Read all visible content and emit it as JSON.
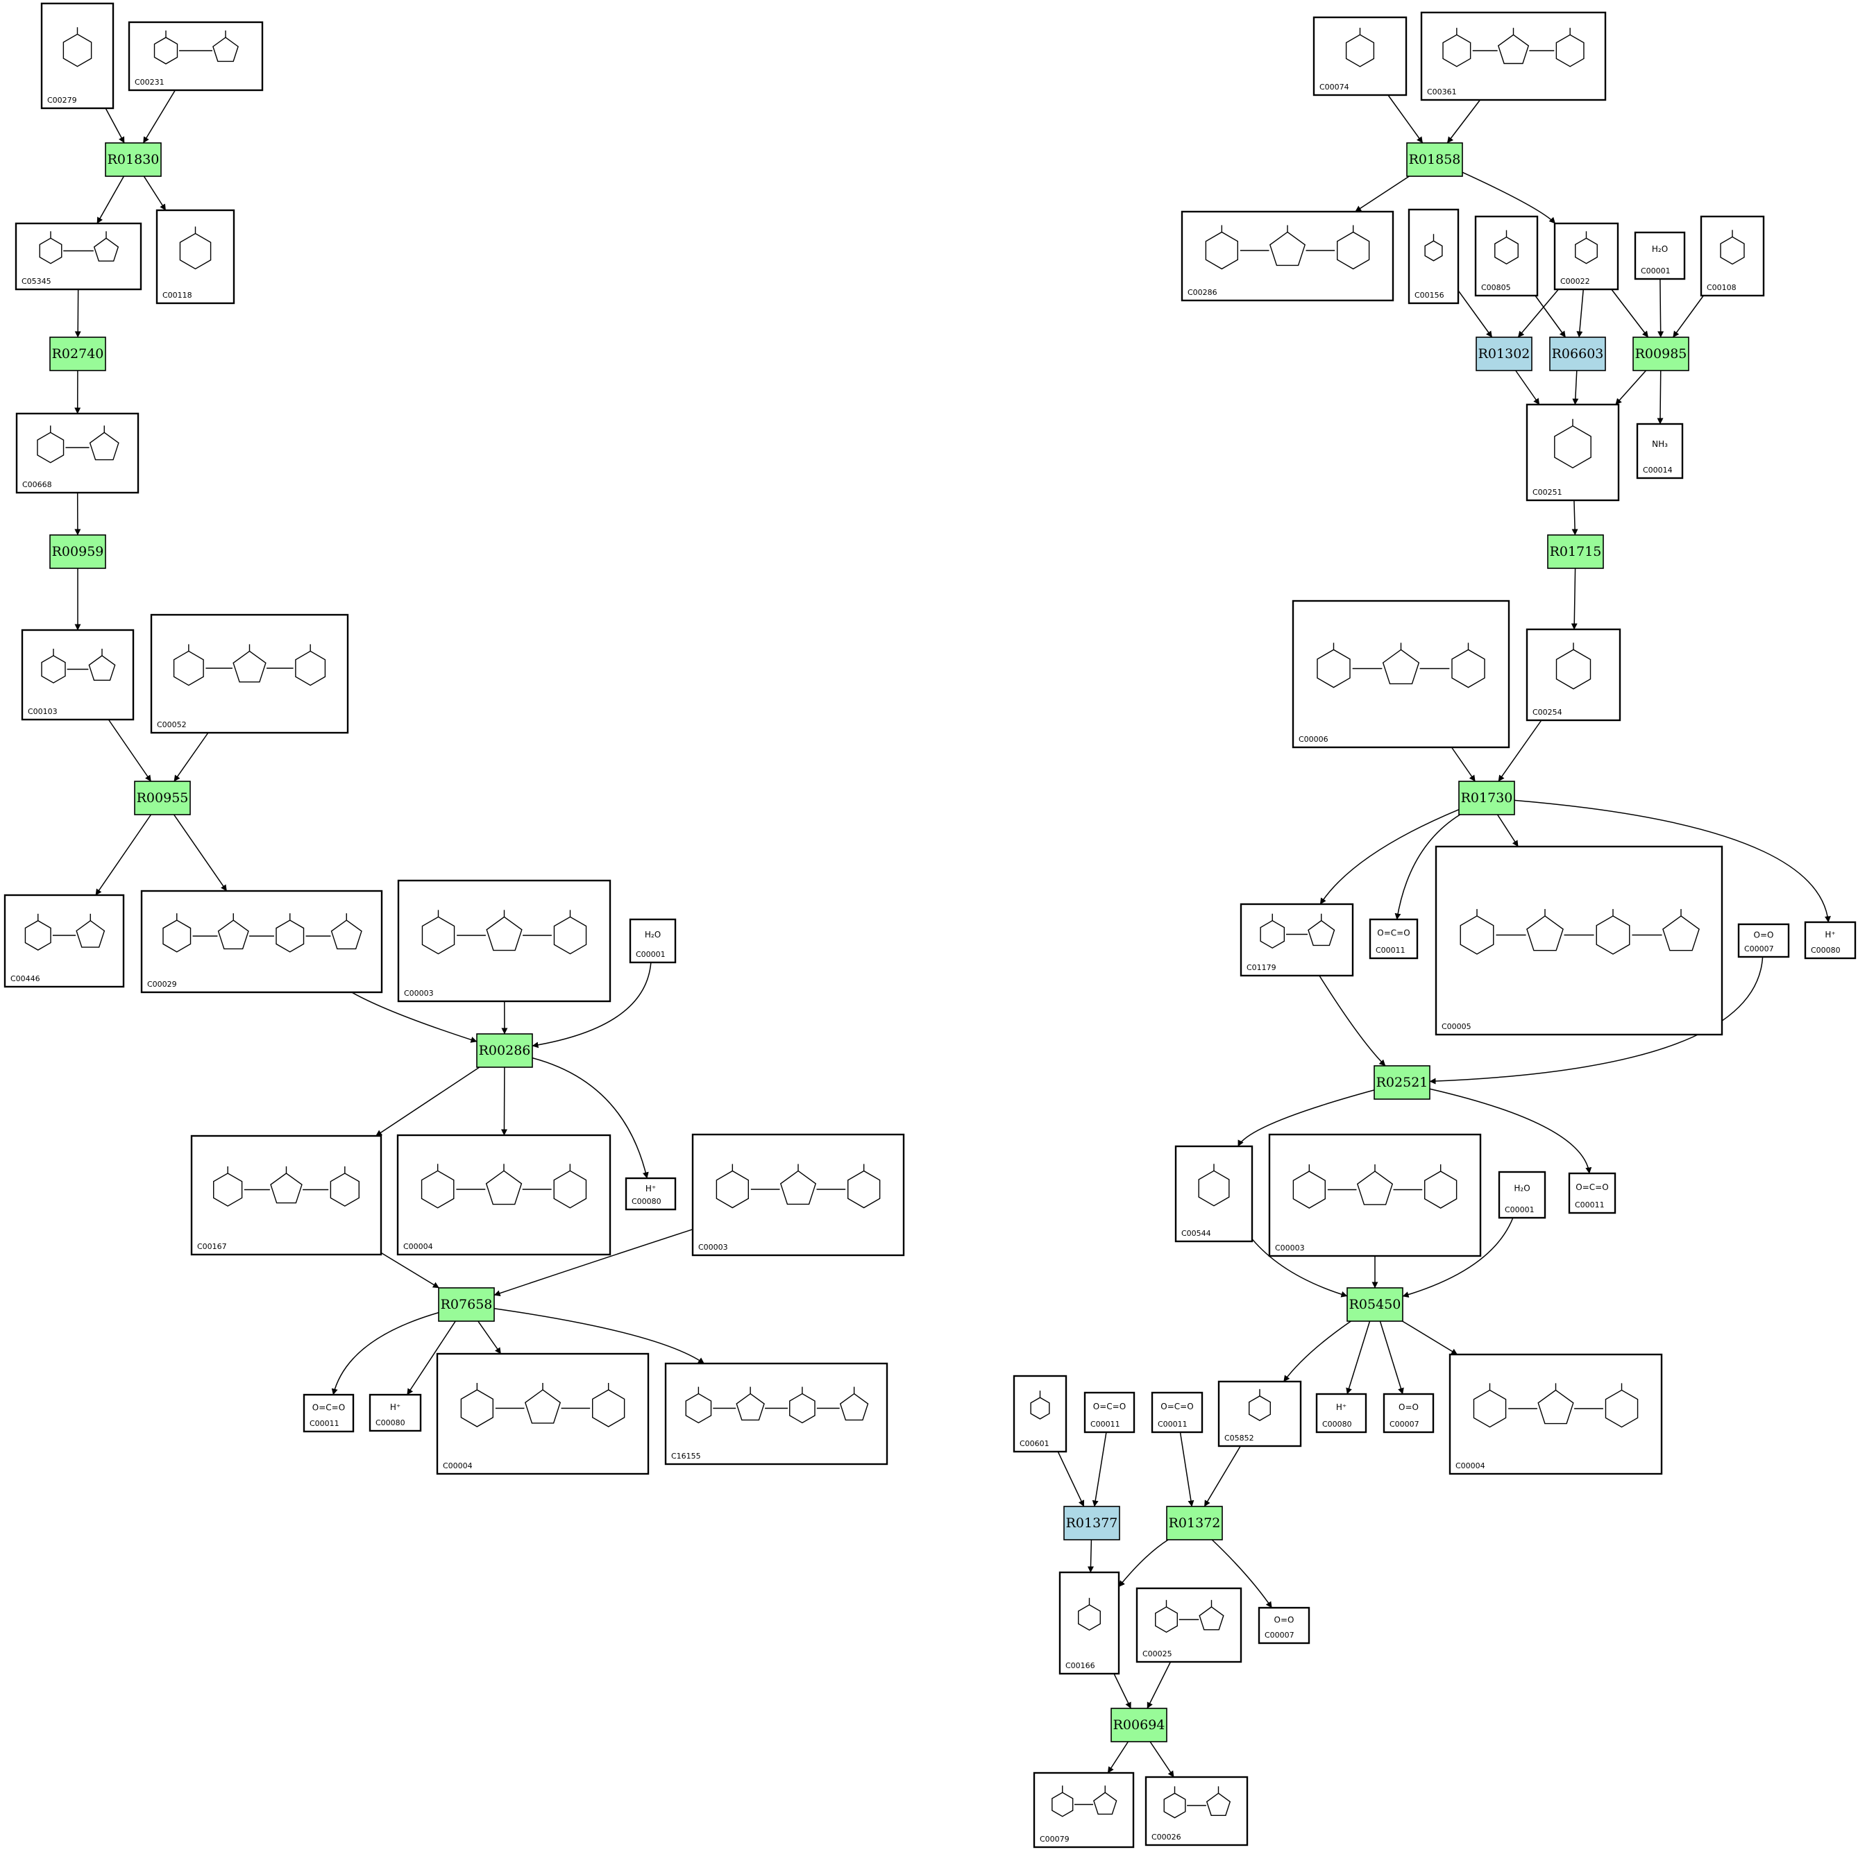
{
  "colors": {
    "reaction_green": "#98fb98",
    "reaction_blue": "#add8e6",
    "border": "#000000",
    "background": "#ffffff"
  },
  "reactions": [
    {
      "id": "R01830",
      "color": "green"
    },
    {
      "id": "R02740",
      "color": "green"
    },
    {
      "id": "R00959",
      "color": "green"
    },
    {
      "id": "R00955",
      "color": "green"
    },
    {
      "id": "R00286",
      "color": "green"
    },
    {
      "id": "R07658",
      "color": "green"
    },
    {
      "id": "R01858",
      "color": "green"
    },
    {
      "id": "R01302",
      "color": "blue"
    },
    {
      "id": "R06603",
      "color": "blue"
    },
    {
      "id": "R00985",
      "color": "green"
    },
    {
      "id": "R01715",
      "color": "green"
    },
    {
      "id": "R01730",
      "color": "green"
    },
    {
      "id": "R02521",
      "color": "green"
    },
    {
      "id": "R05450",
      "color": "green"
    },
    {
      "id": "R01377",
      "color": "blue"
    },
    {
      "id": "R01372",
      "color": "green"
    },
    {
      "id": "R00694",
      "color": "green"
    }
  ],
  "compounds": [
    {
      "key": "C00279",
      "label": "C00279",
      "formula": ""
    },
    {
      "key": "C00231",
      "label": "C00231",
      "formula": ""
    },
    {
      "key": "C05345",
      "label": "C05345",
      "formula": ""
    },
    {
      "key": "C00118",
      "label": "C00118",
      "formula": ""
    },
    {
      "key": "C00668",
      "label": "C00668",
      "formula": ""
    },
    {
      "key": "C00103",
      "label": "C00103",
      "formula": ""
    },
    {
      "key": "C00052",
      "label": "C00052",
      "formula": ""
    },
    {
      "key": "C00446",
      "label": "C00446",
      "formula": ""
    },
    {
      "key": "C00029",
      "label": "C00029",
      "formula": ""
    },
    {
      "key": "C00003a",
      "label": "C00003",
      "formula": ""
    },
    {
      "key": "C00001a",
      "label": "C00001",
      "formula": "H₂O"
    },
    {
      "key": "C00167",
      "label": "C00167",
      "formula": ""
    },
    {
      "key": "C00004a",
      "label": "C00004",
      "formula": ""
    },
    {
      "key": "C00080a",
      "label": "C00080",
      "formula": "H⁺"
    },
    {
      "key": "C00003b",
      "label": "C00003",
      "formula": ""
    },
    {
      "key": "C00011a",
      "label": "C00011",
      "formula": "O=C=O"
    },
    {
      "key": "C00080b",
      "label": "C00080",
      "formula": "H⁺"
    },
    {
      "key": "C00004b",
      "label": "C00004",
      "formula": ""
    },
    {
      "key": "C16155",
      "label": "C16155",
      "formula": ""
    },
    {
      "key": "C00074",
      "label": "C00074",
      "formula": ""
    },
    {
      "key": "C00361",
      "label": "C00361",
      "formula": ""
    },
    {
      "key": "C00286",
      "label": "C00286",
      "formula": ""
    },
    {
      "key": "C00156",
      "label": "C00156",
      "formula": ""
    },
    {
      "key": "C00805",
      "label": "C00805",
      "formula": ""
    },
    {
      "key": "C00022",
      "label": "C00022",
      "formula": ""
    },
    {
      "key": "C00001b",
      "label": "C00001",
      "formula": "H₂O"
    },
    {
      "key": "C00108",
      "label": "C00108",
      "formula": ""
    },
    {
      "key": "C00251",
      "label": "C00251",
      "formula": ""
    },
    {
      "key": "C00014",
      "label": "C00014",
      "formula": "NH₃"
    },
    {
      "key": "C00006",
      "label": "C00006",
      "formula": ""
    },
    {
      "key": "C00254",
      "label": "C00254",
      "formula": ""
    },
    {
      "key": "C01179",
      "label": "C01179",
      "formula": ""
    },
    {
      "key": "C00011b",
      "label": "C00011",
      "formula": "O=C=O"
    },
    {
      "key": "C00005",
      "label": "C00005",
      "formula": ""
    },
    {
      "key": "C00007a",
      "label": "C00007",
      "formula": "O=O"
    },
    {
      "key": "C00080c",
      "label": "C00080",
      "formula": "H⁺"
    },
    {
      "key": "C00544",
      "label": "C00544",
      "formula": ""
    },
    {
      "key": "C00003c",
      "label": "C00003",
      "formula": ""
    },
    {
      "key": "C00001c",
      "label": "C00001",
      "formula": "H₂O"
    },
    {
      "key": "C00011c",
      "label": "C00011",
      "formula": "O=C=O"
    },
    {
      "key": "C00601",
      "label": "C00601",
      "formula": ""
    },
    {
      "key": "C00011d",
      "label": "C00011",
      "formula": "O=C=O"
    },
    {
      "key": "C00011e",
      "label": "C00011",
      "formula": "O=C=O"
    },
    {
      "key": "C05852",
      "label": "C05852",
      "formula": ""
    },
    {
      "key": "C00080d",
      "label": "C00080",
      "formula": "H⁺"
    },
    {
      "key": "C00007b",
      "label": "C00007",
      "formula": "O=O"
    },
    {
      "key": "C00004c",
      "label": "C00004",
      "formula": ""
    },
    {
      "key": "C00166",
      "label": "C00166",
      "formula": ""
    },
    {
      "key": "C00025",
      "label": "C00025",
      "formula": ""
    },
    {
      "key": "C00007c",
      "label": "C00007",
      "formula": "O=O"
    },
    {
      "key": "C00079",
      "label": "C00079",
      "formula": ""
    },
    {
      "key": "C00026",
      "label": "C00026",
      "formula": ""
    }
  ],
  "edges": [
    [
      "C00279",
      "R01830"
    ],
    [
      "C00231",
      "R01830"
    ],
    [
      "R01830",
      "C05345"
    ],
    [
      "R01830",
      "C00118"
    ],
    [
      "C05345",
      "R02740"
    ],
    [
      "R02740",
      "C00668"
    ],
    [
      "C00668",
      "R00959"
    ],
    [
      "R00959",
      "C00103"
    ],
    [
      "C00103",
      "R00955"
    ],
    [
      "C00052",
      "R00955"
    ],
    [
      "R00955",
      "C00446"
    ],
    [
      "R00955",
      "C00029"
    ],
    [
      "C00029",
      "R00286"
    ],
    [
      "C00003a",
      "R00286"
    ],
    [
      "C00001a",
      "R00286"
    ],
    [
      "R00286",
      "C00167"
    ],
    [
      "R00286",
      "C00004a"
    ],
    [
      "R00286",
      "C00080a"
    ],
    [
      "C00167",
      "R07658"
    ],
    [
      "C00003b",
      "R07658"
    ],
    [
      "R07658",
      "C00011a"
    ],
    [
      "R07658",
      "C00080b"
    ],
    [
      "R07658",
      "C00004b"
    ],
    [
      "R07658",
      "C16155"
    ],
    [
      "C00074",
      "R01858"
    ],
    [
      "C00361",
      "R01858"
    ],
    [
      "R01858",
      "C00286"
    ],
    [
      "R01858",
      "C00022"
    ],
    [
      "C00156",
      "R01302"
    ],
    [
      "C00022",
      "R01302"
    ],
    [
      "C00805",
      "R06603"
    ],
    [
      "C00022",
      "R06603"
    ],
    [
      "C00022",
      "R00985"
    ],
    [
      "C00001b",
      "R00985"
    ],
    [
      "C00108",
      "R00985"
    ],
    [
      "R01302",
      "C00251"
    ],
    [
      "R06603",
      "C00251"
    ],
    [
      "R00985",
      "C00251"
    ],
    [
      "R00985",
      "C00014"
    ],
    [
      "C00251",
      "R01715"
    ],
    [
      "R01715",
      "C00254"
    ],
    [
      "C00006",
      "R01730"
    ],
    [
      "C00254",
      "R01730"
    ],
    [
      "R01730",
      "C01179"
    ],
    [
      "R01730",
      "C00011b"
    ],
    [
      "R01730",
      "C00005"
    ],
    [
      "R01730",
      "C00080c"
    ],
    [
      "C01179",
      "R02521"
    ],
    [
      "C00007a",
      "R02521"
    ],
    [
      "R02521",
      "C00544"
    ],
    [
      "R02521",
      "C00011c"
    ],
    [
      "C00544",
      "R05450"
    ],
    [
      "C00003c",
      "R05450"
    ],
    [
      "C00001c",
      "R05450"
    ],
    [
      "R05450",
      "C05852"
    ],
    [
      "R05450",
      "C00080d"
    ],
    [
      "R05450",
      "C00007b"
    ],
    [
      "R05450",
      "C00004c"
    ],
    [
      "C00601",
      "R01377"
    ],
    [
      "C00011d",
      "R01377"
    ],
    [
      "C00011e",
      "R01372"
    ],
    [
      "C05852",
      "R01372"
    ],
    [
      "R01377",
      "C00166"
    ],
    [
      "R01372",
      "C00166"
    ],
    [
      "R01372",
      "C00007c"
    ],
    [
      "C00166",
      "R00694"
    ],
    [
      "C00025",
      "R00694"
    ],
    [
      "R00694",
      "C00079"
    ],
    [
      "R00694",
      "C00026"
    ]
  ]
}
